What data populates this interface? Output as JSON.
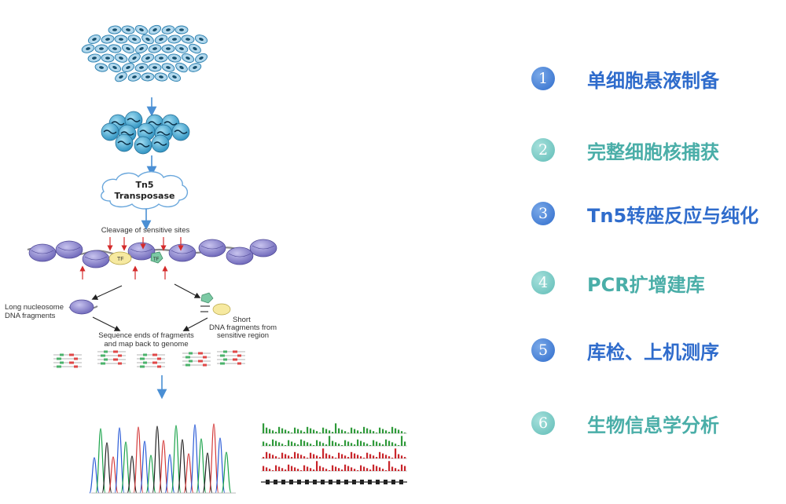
{
  "figure": {
    "tn5_line1": "Tn5",
    "tn5_line2": "Transposase",
    "cleavage_label": "Cleavage of sensitive sites",
    "tf_label": "TF",
    "long_fragments_label_1": "Long nucleosome",
    "long_fragments_label_2": "DNA fragments",
    "short_fragments_label_1": "Short",
    "short_fragments_label_2": "DNA fragments from",
    "short_fragments_label_3": "sensitive region",
    "sequence_label_1": "Sequence ends of fragments",
    "sequence_label_2": "and map back to genome"
  },
  "steps": [
    {
      "num": "1",
      "text": "单细胞悬液制备",
      "color": "#2f6ccc"
    },
    {
      "num": "2",
      "text": "完整细胞核捕获",
      "color": "#4aaea8"
    },
    {
      "num": "3",
      "text": "Tn5转座反应与纯化",
      "color": "#2f6ccc"
    },
    {
      "num": "4",
      "text": "PCR扩增建库",
      "color": "#4aaea8"
    },
    {
      "num": "5",
      "text": "库检、上机测序",
      "color": "#2f6ccc"
    },
    {
      "num": "6",
      "text": "生物信息学分析",
      "color": "#4aaea8"
    }
  ]
}
